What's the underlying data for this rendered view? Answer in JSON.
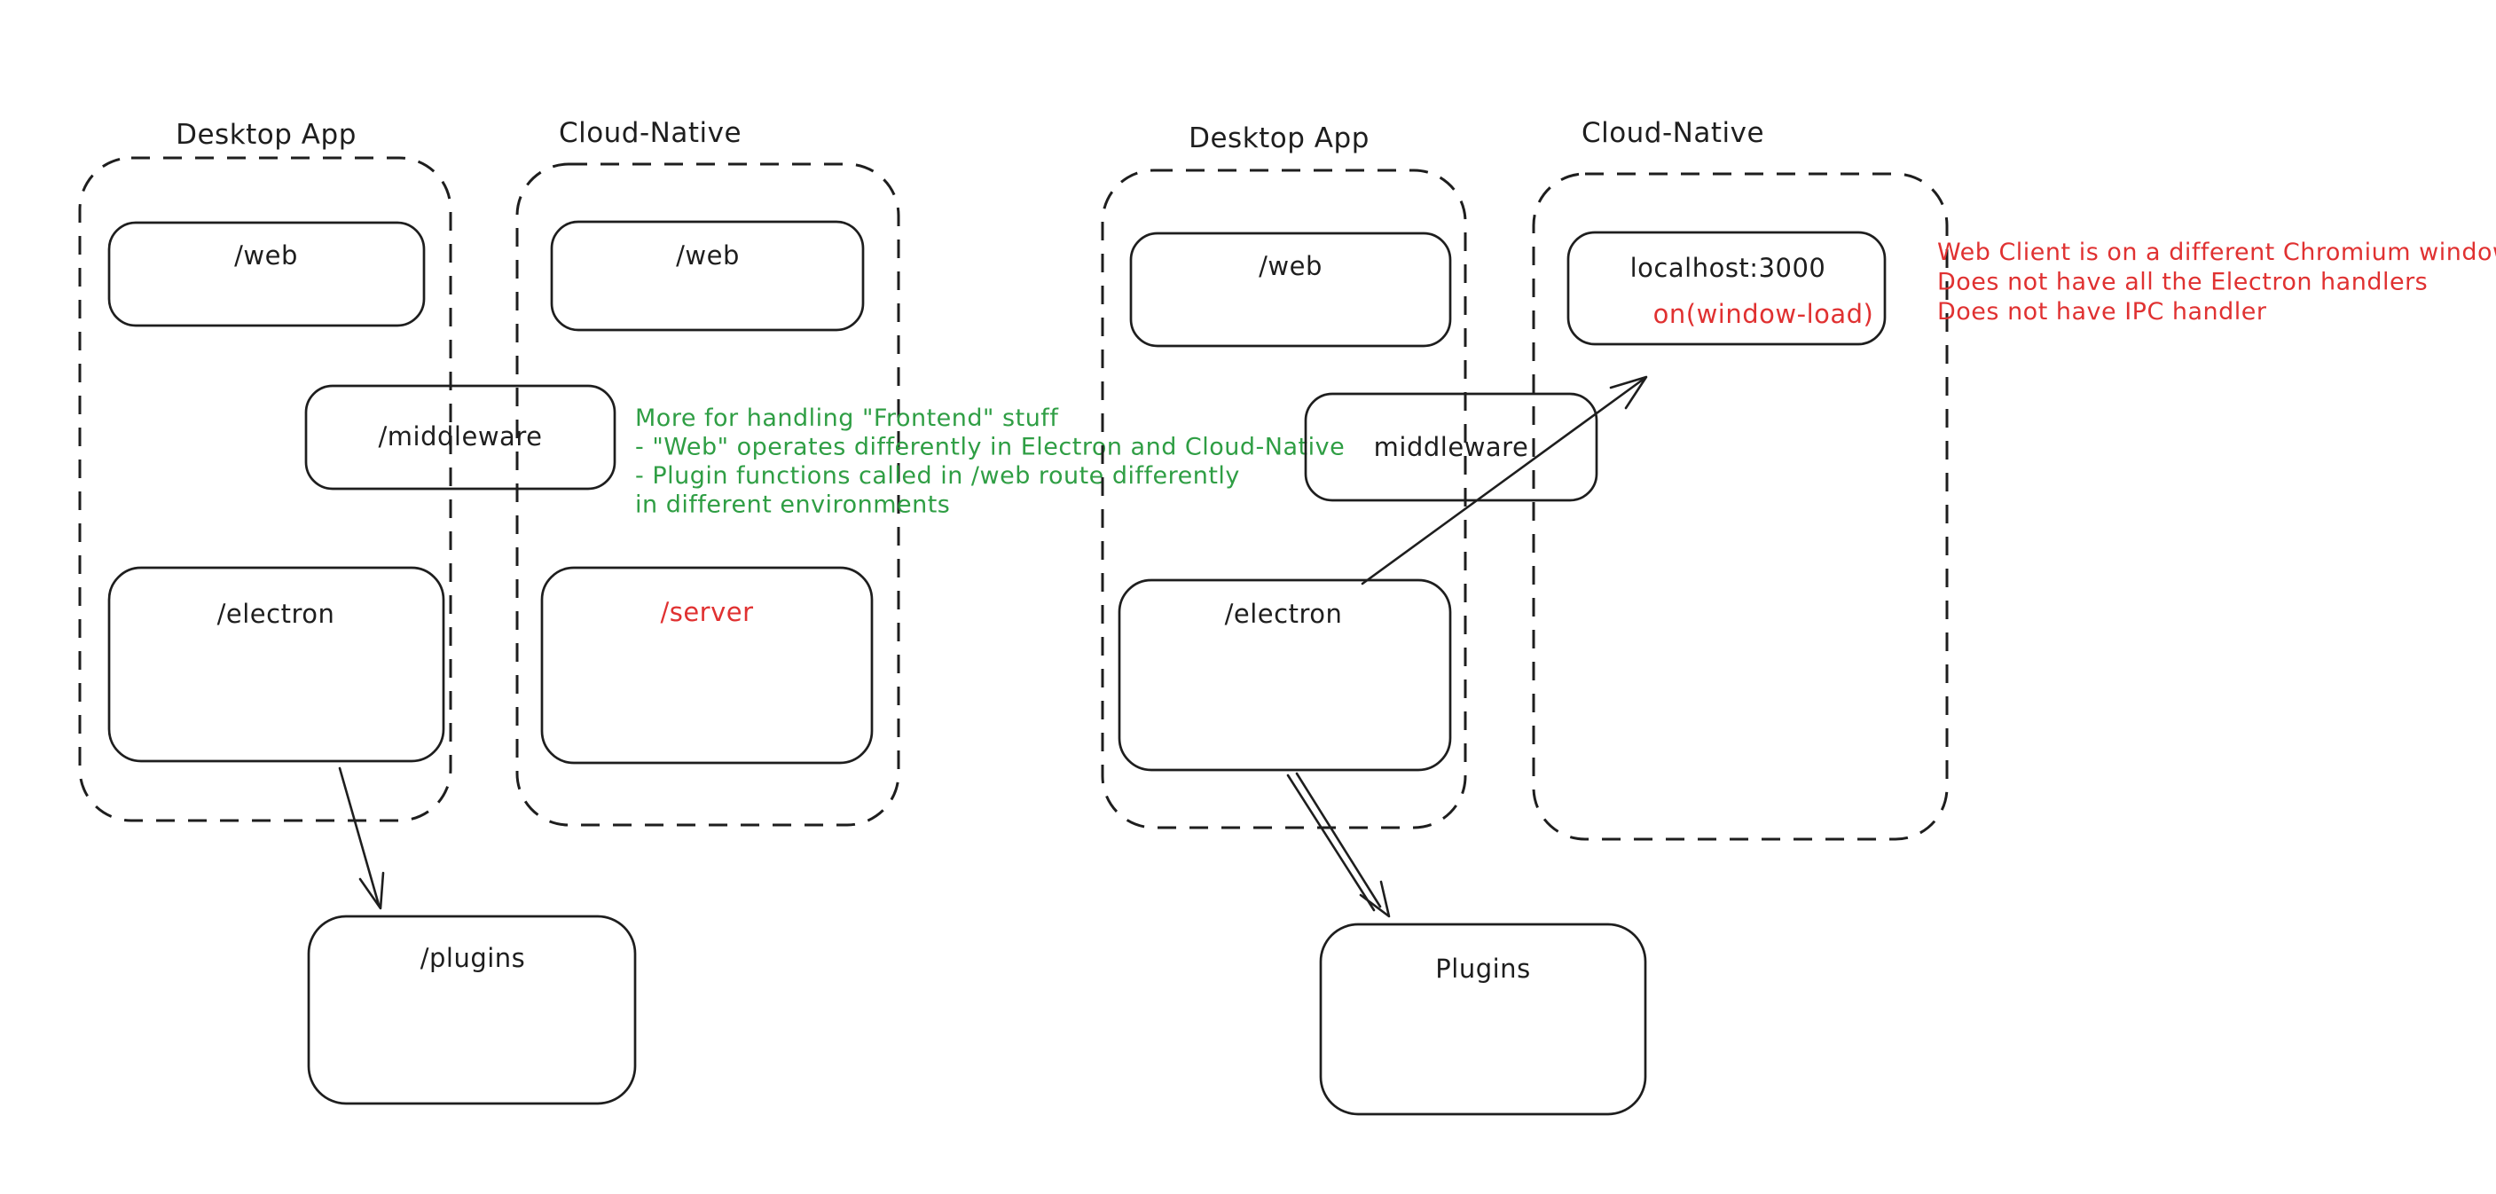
{
  "canvas": {
    "background": "#ffffff"
  },
  "colors": {
    "ink": "#1e1e1e",
    "red": "#e03131",
    "green": "#2f9e44"
  },
  "left_diagram": {
    "desktop_container_title": "Desktop App",
    "cloud_container_title": "Cloud-Native",
    "boxes": {
      "web_desktop": "/web",
      "web_cloud": "/web",
      "middleware": "/middleware",
      "electron": "/electron",
      "server": "/server",
      "plugins": "/plugins"
    },
    "green_note_lines": [
      "More for handling \"Frontend\" stuff",
      "- \"Web\" operates differently in Electron and Cloud-Native",
      "- Plugin functions called in /web route differently",
      "in different environments"
    ]
  },
  "right_diagram": {
    "desktop_container_title": "Desktop App",
    "cloud_container_title": "Cloud-Native",
    "boxes": {
      "web": "/web",
      "localhost": "localhost:3000",
      "window_load": "on(window-load)",
      "middleware": "middleware",
      "electron": "/electron",
      "plugins": "Plugins"
    },
    "red_note_lines": [
      "Web Client is on a different Chromium window",
      "Does not have all the Electron handlers",
      "Does not have IPC handler"
    ]
  }
}
